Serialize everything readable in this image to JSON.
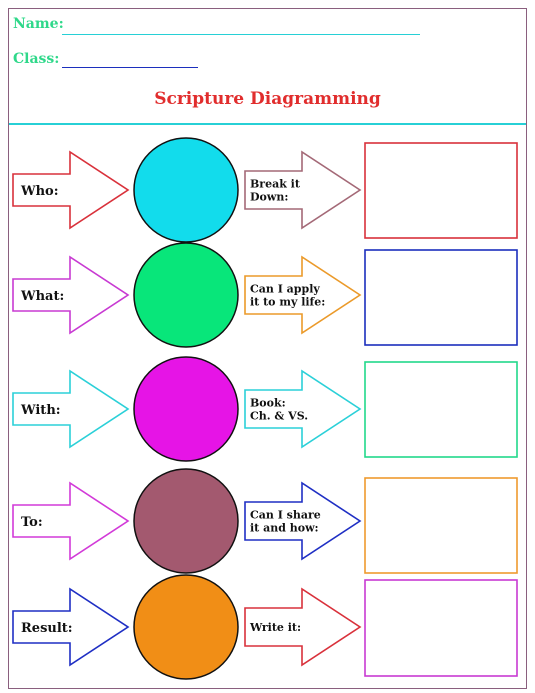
{
  "header": {
    "name_label": "Name:",
    "class_label": "Class:",
    "title": "Scripture Diagramming"
  },
  "colors": {
    "accent_teal": "#27d0d6",
    "title_red": "#e12d2d",
    "label_green": "#2fd88a",
    "frame": "#8a5f7e"
  },
  "rows": [
    {
      "left_label": "Who:",
      "left_arrow_color": "#d9313b",
      "circle_color": "#12dcec",
      "right_lines": [
        "Break it",
        "Down:"
      ],
      "right_arrow_color": "#a46977",
      "box_color": "#d9313b"
    },
    {
      "left_label": "What:",
      "left_arrow_color": "#c83ad2",
      "circle_color": "#08e67a",
      "right_lines": [
        "Can I apply",
        "it to my life:"
      ],
      "right_arrow_color": "#eb9a2a",
      "box_color": "#1c2fbd"
    },
    {
      "left_label": "With:",
      "left_arrow_color": "#2bd0d8",
      "circle_color": "#e614e6",
      "right_lines": [
        "Book:",
        "Ch. & VS."
      ],
      "right_arrow_color": "#2bd0d8",
      "box_color": "#22d98b"
    },
    {
      "left_label": "To:",
      "left_arrow_color": "#d23ad8",
      "circle_color": "#a3596f",
      "right_lines": [
        "Can I share",
        "it and how:"
      ],
      "right_arrow_color": "#1f2fc4",
      "box_color": "#ee9a2e"
    },
    {
      "left_label": "Result:",
      "left_arrow_color": "#1f2fc4",
      "circle_color": "#f18e16",
      "right_lines": [
        "Write it:"
      ],
      "right_arrow_color": "#d9313b",
      "box_color": "#c83ad2"
    }
  ]
}
